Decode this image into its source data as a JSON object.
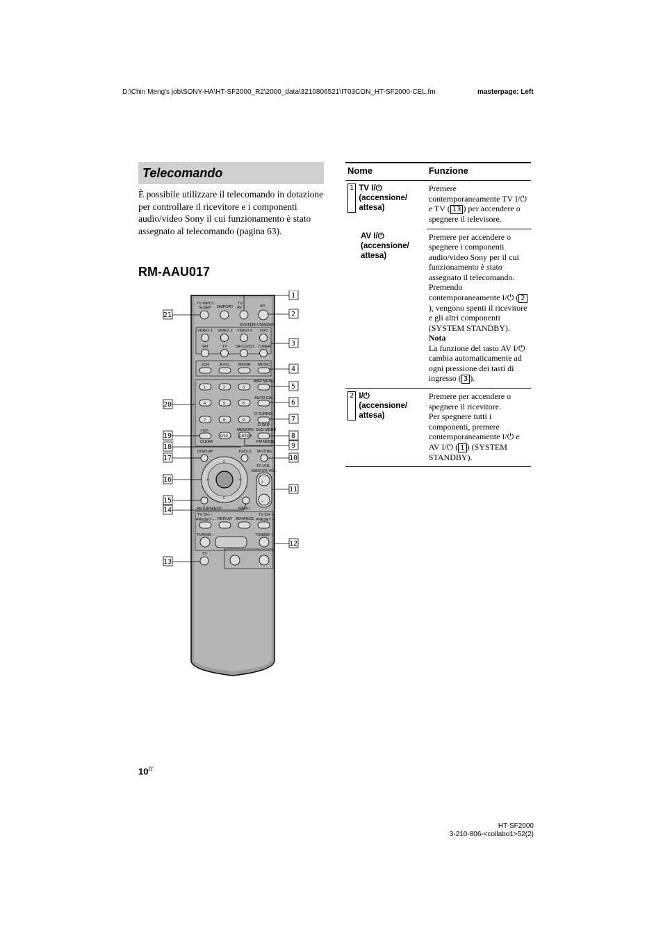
{
  "header": {
    "path": "D:\\Chin Meng's job\\SONY-HA\\HT-SF2000_R2\\2000_data\\3210806521\\IT03CON_HT-SF2000-CEL.fm",
    "masterpage": "masterpage: Left"
  },
  "section": {
    "title": "Telecomando",
    "intro": "È possibile utilizzare il telecomando in dotazione per controllare il ricevitore e i componenti audio/video Sony il cui funzionamento è stato assegnato al telecomando (pagina 63)."
  },
  "remote": {
    "model": "RM-AAU017",
    "labels": {
      "tv_input": "TV INPUT",
      "sleep": "SLEEP",
      "dmport": "DMPORT",
      "tv": "TV",
      "av": "AV",
      "power": "I/⏻",
      "system_standby": "SYSTEM STANDBY",
      "video1": "VIDEO 1",
      "video2": "VIDEO 2",
      "video3": "VIDEO 3",
      "dvd": "DVD",
      "sat": "SAT",
      "tv2": "TV",
      "sacdcd": "SA-CD/CD",
      "tuner": "TUNER",
      "ch2": "2CH",
      "afd": "A.F.D.",
      "movie": "MOVIE",
      "music": "MUSIC",
      "amp_menu": "AMP MENU",
      "auto_cal": "AUTO CAL",
      "d_tuning": "D.TUNING",
      "d_skip": "D.SKIP",
      "dvd_menu": "DVD MENU",
      "memory": "MEMORY",
      "enter": "ENTER",
      "fm_mode": "FM MODE",
      "plus10": ">10/-",
      "clear": "CLEAR",
      "zero10": "0/10",
      "display": "DISPLAY",
      "tools": "TOOLS",
      "muting": "MUTING",
      "tv_vol": "TV VOL",
      "master_vol": "MASTER VOL",
      "return_exit": "RETURN/EXIT",
      "menu": "MENU",
      "tv_ch_minus": "TV CH –",
      "preset_minus": "PRESET –",
      "replay": "REPLAY",
      "advance": "ADVANCE",
      "tv_ch_plus": "TV CH +",
      "preset_plus": "PRESET +",
      "tuning_minus": "TUNING –",
      "tuning_plus": "TUNING +",
      "tv3": "TV",
      "n1": "1",
      "n2": "2",
      "n3": "3",
      "n4": "4",
      "n5": "5",
      "n6": "6",
      "n7": "7",
      "n8": "8",
      "n9": "9"
    },
    "callouts": [
      "1",
      "2",
      "3",
      "4",
      "5",
      "6",
      "7",
      "8",
      "9",
      "10",
      "11",
      "12",
      "13",
      "14",
      "15",
      "16",
      "17",
      "18",
      "19",
      "20",
      "21"
    ]
  },
  "table": {
    "headers": [
      "Nome",
      "Funzione"
    ],
    "rows": [
      {
        "num": "1",
        "name_1": "TV I/⏻",
        "name_2": "(accensione/",
        "name_3": "attesa)",
        "func_a": "Premere contemporaneamente TV I/⏻ e TV (",
        "func_ref": "13",
        "func_b": ") per accendere o spegnere il televisore."
      },
      {
        "num": "",
        "name_1": "AV I/⏻",
        "name_2": "(accensione/",
        "name_3": "attesa)",
        "func_a": "Premere per accendere o spegnere i componenti audio/video Sony per il cui funzionamento è stato assegnato il telecomando. Premendo contemporaneamente I/⏻ (",
        "func_ref": "2",
        "func_b": "), vengono spenti il ricevitore e gli altri componenti (SYSTEM STANDBY).",
        "nota_title": "Nota",
        "nota_a": "La funzione del tasto AV I/⏻ cambia automaticamente ad ogni pressione dei tasti di ingresso (",
        "nota_ref": "3",
        "nota_b": ")."
      },
      {
        "num": "2",
        "name_1": "I/⏻",
        "name_2": "(accensione/",
        "name_3": "attesa)",
        "func_a": "Premere per accendere o spegnere il ricevitore.",
        "func_c": "Per spegnere tutti i componenti, premere contemporaneamente I/⏻ e AV I/⏻ (",
        "func_ref": "1",
        "func_b": ") (SYSTEM STANDBY)."
      }
    ]
  },
  "page": {
    "number": "10",
    "lang": "IT"
  },
  "footer": {
    "model": "HT-SF2000",
    "code": "3-210-806-<collabo1>52(2)"
  }
}
